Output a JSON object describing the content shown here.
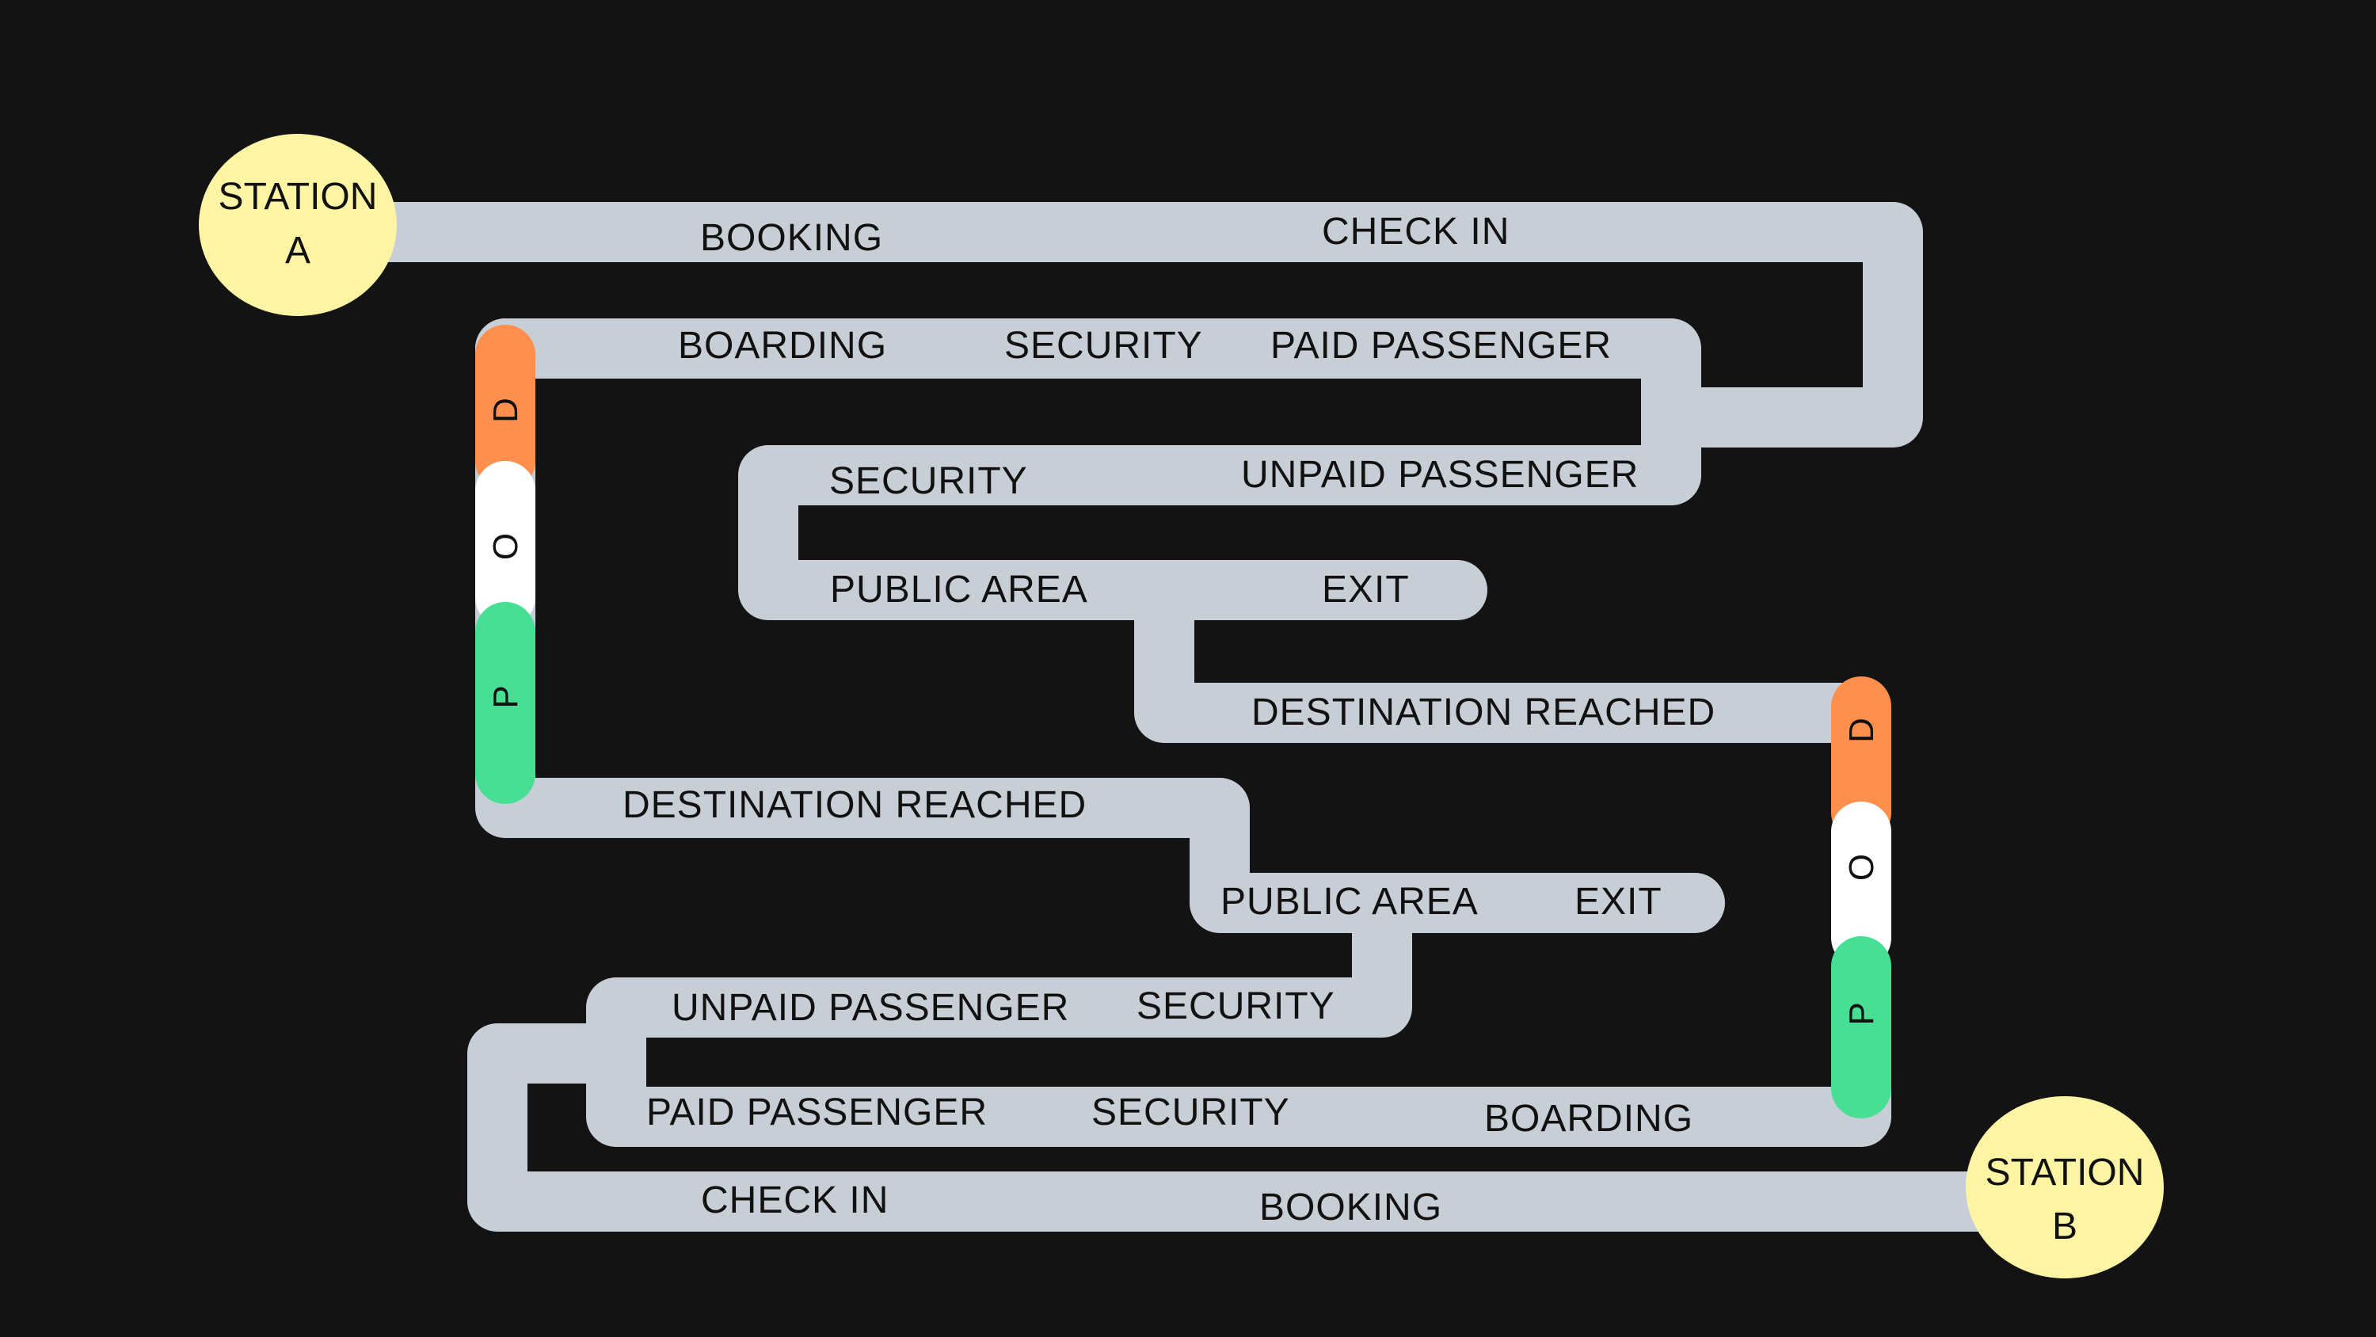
{
  "colors": {
    "background": "#131313",
    "track": "#c8ced6",
    "station": "#fdf5a4",
    "pod_d": "#ff8f4d",
    "pod_o": "#ffffff",
    "pod_p": "#47df94",
    "text": "#111111"
  },
  "stations": {
    "a": {
      "line1": "STATION",
      "line2": "A"
    },
    "b": {
      "line1": "STATION",
      "line2": "B"
    }
  },
  "pods": {
    "left": {
      "d": "D",
      "o": "O",
      "p": "P"
    },
    "right": {
      "d": "D",
      "o": "O",
      "p": "P"
    }
  },
  "labels": {
    "booking_top": "BOOKING",
    "checkin_top": "CHECK IN",
    "boarding_top": "BOARDING",
    "security_top1": "SECURITY",
    "paid_top": "PAID PASSENGER",
    "security_top2": "SECURITY",
    "unpaid_top": "UNPAID PASSENGER",
    "public_area_top": "PUBLIC  AREA",
    "exit_top": "EXIT",
    "dest_right": "DESTINATION REACHED",
    "dest_left": "DESTINATION REACHED",
    "public_area_bottom": "PUBLIC  AREA",
    "exit_bottom": "EXIT",
    "unpaid_bottom": "UNPAID PASSENGER",
    "security_bottom1": "SECURITY",
    "paid_bottom": "PAID PASSENGER",
    "security_bottom2": "SECURITY",
    "boarding_bottom": "BOARDING",
    "checkin_bottom": "CHECK IN",
    "booking_bottom": "BOOKING"
  }
}
